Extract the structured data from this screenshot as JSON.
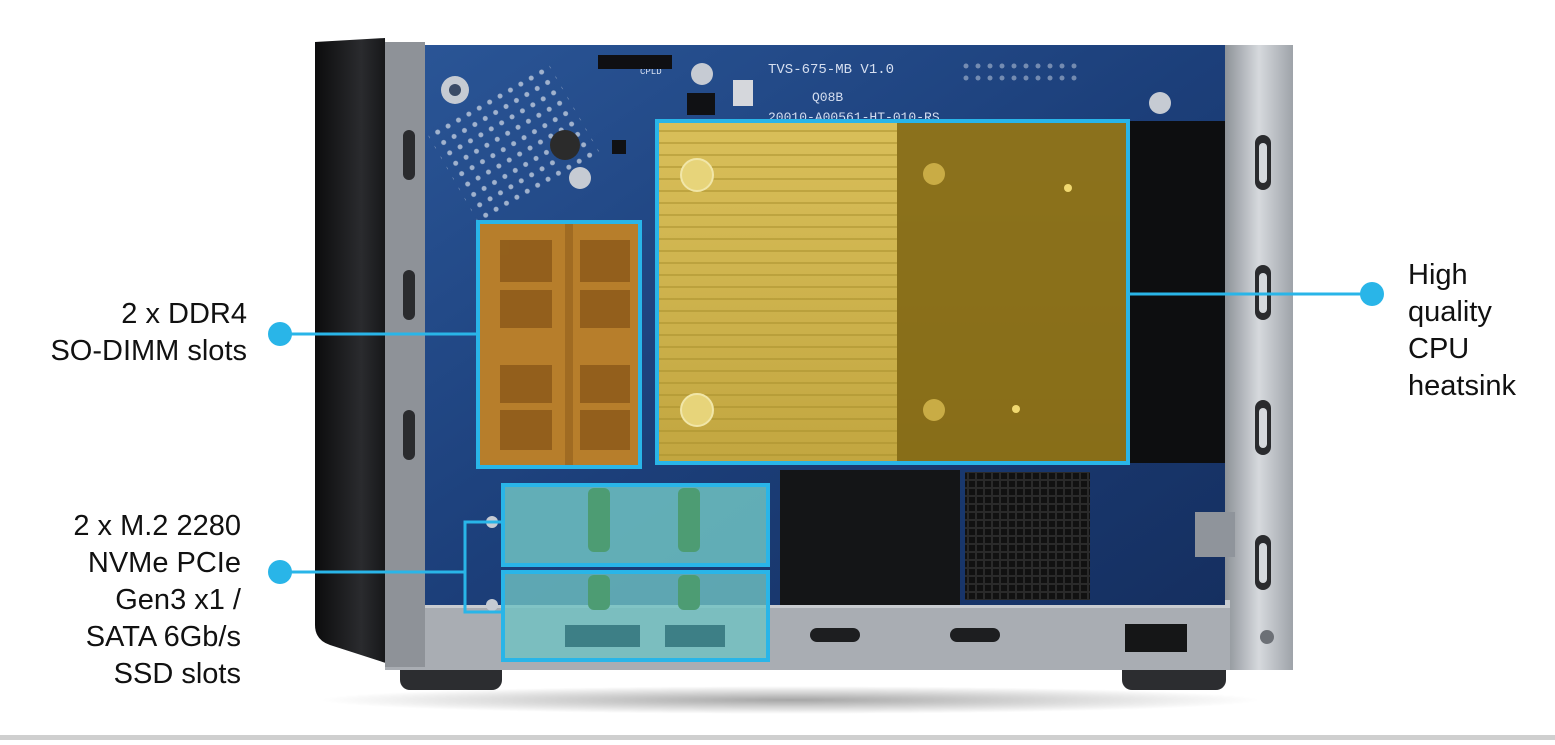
{
  "callouts": {
    "ram": {
      "lines": [
        "2 x DDR4",
        "SO-DIMM slots"
      ]
    },
    "ssd": {
      "lines": [
        "2 x M.2 2280",
        "NVMe PCIe",
        "Gen3 x1 /",
        "SATA 6Gb/s",
        "SSD slots"
      ]
    },
    "heatsink": {
      "lines": [
        "High",
        "quality",
        "CPU",
        "heatsink"
      ]
    }
  },
  "board_silkscreen": {
    "model": "TVS-675-MB  V1.0",
    "rev": "Q08B",
    "part": "20010-A00561-HT-010-RS",
    "header": "CPLD"
  },
  "colors": {
    "callout_line": "#29b5e8",
    "heatsink_overlay": "#b39a1f",
    "ram_overlay": "#c98a2c",
    "ssd_overlay": "#6fc2c2",
    "pcb": "#1d3f7a",
    "chassis": "#b8bcc2"
  }
}
